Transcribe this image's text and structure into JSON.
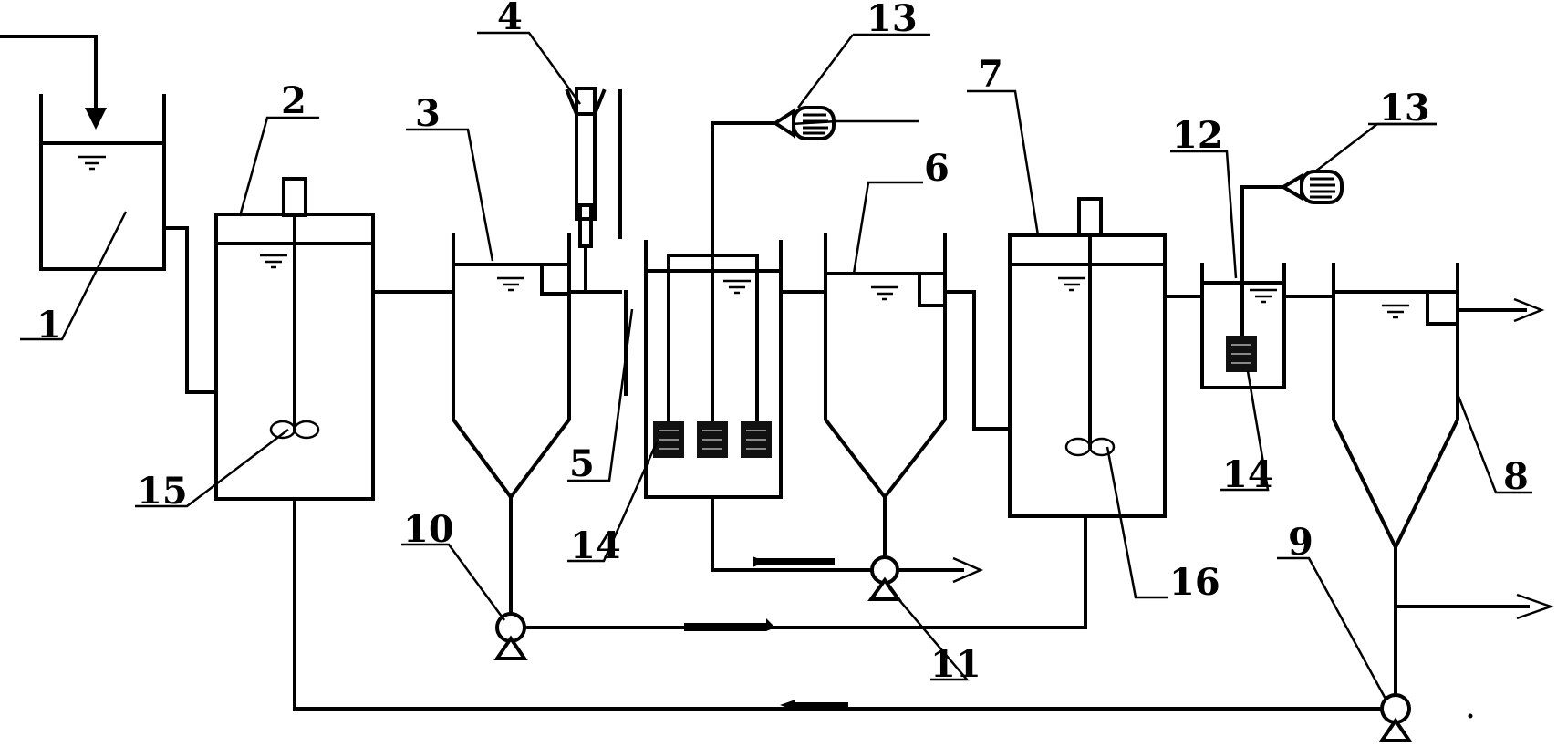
{
  "labels": {
    "n1": "1",
    "n2": "2",
    "n3": "3",
    "n4": "4",
    "n5": "5",
    "n6": "6",
    "n7": "7",
    "n8": "8",
    "n9": "9",
    "n10": "10",
    "n11": "11",
    "n12": "12",
    "n13a": "13",
    "n13b": "13",
    "n14a": "14",
    "n14b": "14",
    "n15": "15",
    "n16": "16"
  },
  "colors": {
    "line": "#000000",
    "background": "#ffffff"
  }
}
